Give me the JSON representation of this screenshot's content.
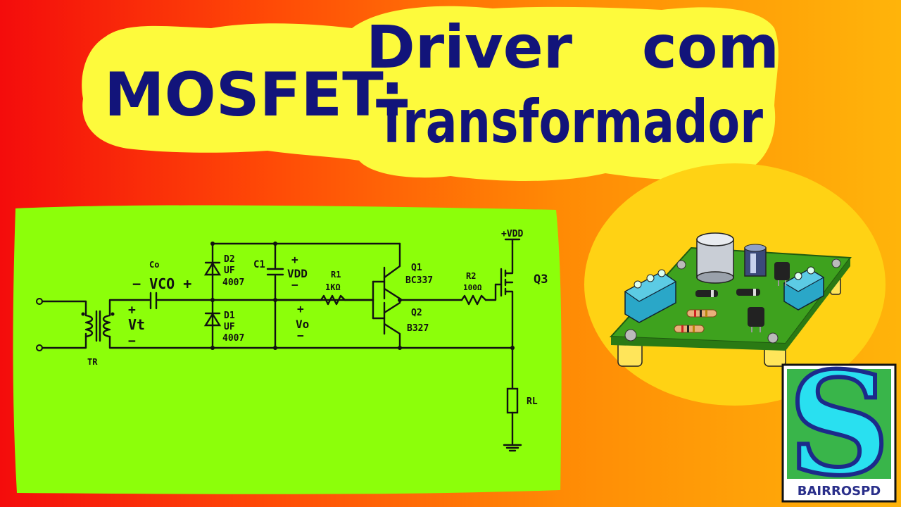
{
  "title": {
    "part1": "MOSFET:",
    "part2": "Driver",
    "part3": "com",
    "part4": "Transformador"
  },
  "schematic": {
    "labels": {
      "tr": "TR",
      "vt_plus": "+",
      "vt": "Vt",
      "vt_minus": "−",
      "co": "Co",
      "vco": "− VCO +",
      "d2": "D2",
      "d2_part_a": "UF",
      "d2_part_b": "4007",
      "d1": "D1",
      "d1_part_a": "UF",
      "d1_part_b": "4007",
      "c1": "C1",
      "vdd_plus": "+",
      "vdd": "VDD",
      "vdd_minus": "−",
      "vo_plus": "+",
      "vo": "Vo",
      "vo_minus": "−",
      "r1": "R1",
      "r1_value": "1KΩ",
      "q1": "Q1",
      "q1_part": "BC337",
      "q2": "Q2",
      "q2_part": "B327",
      "r2": "R2",
      "r2_value": "100Ω",
      "vdd_rail": "+VDD",
      "q3": "Q3",
      "rl": "RL"
    }
  },
  "logo": {
    "letter": "S",
    "caption": "BAIRROSPD"
  },
  "colors": {
    "title_ink": "#12147a",
    "title_bubble": "#fdfa3c",
    "schematic_panel": "#8cff0a",
    "pcb_green": "#3ea21e",
    "terminal_blue": "#2aa7c8",
    "logo_green": "#39b54a",
    "logo_cyan": "#29e0f0"
  }
}
